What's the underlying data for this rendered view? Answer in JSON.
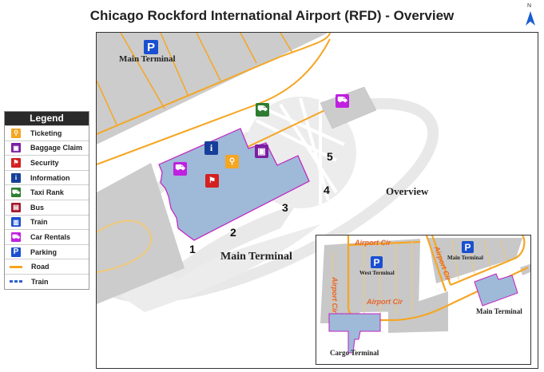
{
  "header": {
    "title": "Chicago Rockford International Airport (RFD) - Overview",
    "north_label": "N"
  },
  "legend": {
    "title": "Legend",
    "items": [
      {
        "label": "Ticketing",
        "icon": "ticketing-icon",
        "color": "#f5a623",
        "glyph": "⚲"
      },
      {
        "label": "Baggage Claim",
        "icon": "baggage-icon",
        "color": "#7b1fa2",
        "glyph": "▣"
      },
      {
        "label": "Security",
        "icon": "security-icon",
        "color": "#d32020",
        "glyph": "⚑"
      },
      {
        "label": "Information",
        "icon": "information-icon",
        "color": "#163f9a",
        "glyph": "i"
      },
      {
        "label": "Taxi Rank",
        "icon": "taxi-icon",
        "color": "#2e7d32",
        "glyph": "⛟"
      },
      {
        "label": "Bus",
        "icon": "bus-icon",
        "color": "#a51c30",
        "glyph": "▤"
      },
      {
        "label": "Train",
        "icon": "train-icon",
        "color": "#1a4fd0",
        "glyph": "▥"
      },
      {
        "label": "Car Rentals",
        "icon": "car-rental-icon",
        "color": "#c020e0",
        "glyph": "⛟"
      },
      {
        "label": "Parking",
        "icon": "parking-icon",
        "color": "#1a4fd0",
        "glyph": "P"
      }
    ],
    "lines": [
      {
        "label": "Road",
        "color": "#f5a623",
        "style": "solid"
      },
      {
        "label": "Train",
        "color": "#2f5fd0",
        "style": "dashed"
      }
    ]
  },
  "map": {
    "parking_label": "Main Terminal",
    "parking_glyph": "P",
    "terminal_label": "Main Terminal",
    "gates": [
      "1",
      "2",
      "3",
      "4",
      "5"
    ],
    "colors": {
      "terminal": "#9fb9d8",
      "terminal_border": "#c020c0",
      "lot": "#cccccc",
      "road": "#f5a623",
      "watermark": "#e6e6e6"
    }
  },
  "inset": {
    "title": "Overview",
    "road_label": "Airport Cir",
    "west_terminal": "West Terminal",
    "main_terminal_parking": "Main Terminal",
    "main_terminal": "Main Terminal",
    "cargo_terminal": "Cargo Terminal",
    "parking_glyph": "P"
  }
}
